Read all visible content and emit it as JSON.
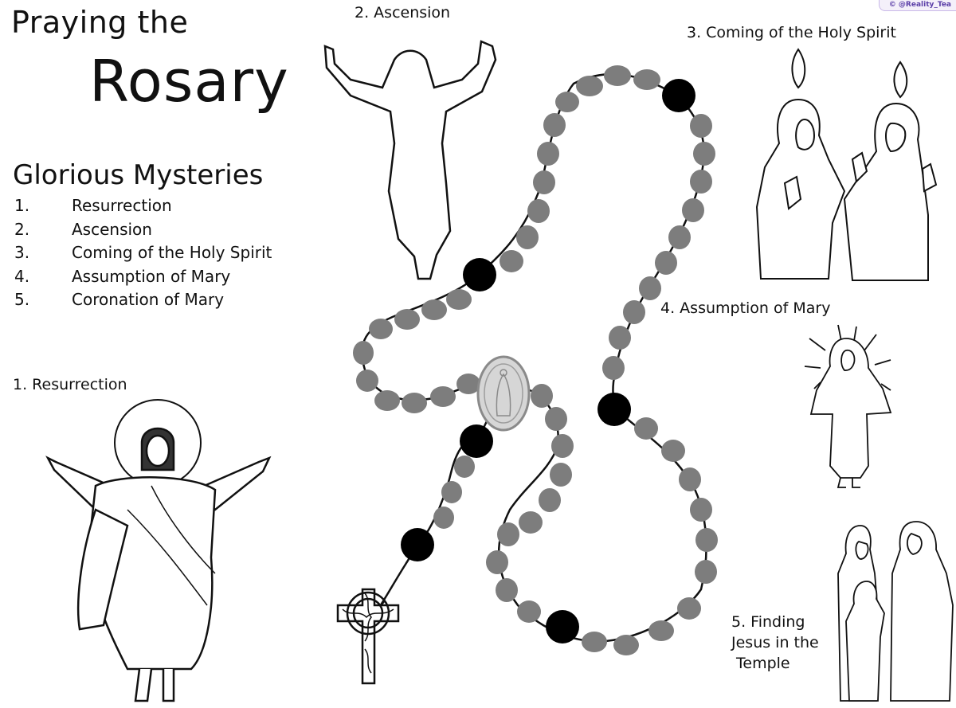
{
  "title": {
    "line1": "Praying the",
    "line2": "Rosary"
  },
  "heading": "Glorious Mysteries",
  "mysteries": [
    {
      "num": "1.",
      "label": "Resurrection"
    },
    {
      "num": "2.",
      "label": "Ascension"
    },
    {
      "num": "3.",
      "label": "Coming of the Holy Spirit"
    },
    {
      "num": "4.",
      "label": "Assumption of Mary"
    },
    {
      "num": "5.",
      "label": "Coronation of Mary"
    }
  ],
  "captions": {
    "resurrection": "1. Resurrection",
    "ascension": "2. Ascension",
    "holy_spirit": "3. Coming of the Holy Spirit",
    "assumption": "4. Assumption of Mary",
    "finding": [
      "5. Finding",
      "Jesus in the",
      "Temple"
    ]
  },
  "watermark": "© @Reality_Tea",
  "colors": {
    "hail_mary_bead": "#7d7d7d",
    "our_father_bead": "#000000",
    "line": "#111111"
  },
  "icons": [
    "risen-christ-figure-icon",
    "ascension-figure-icon",
    "pentecost-figures-icon",
    "assumption-figure-icon",
    "temple-figures-icon",
    "celtic-crucifix-icon",
    "miraculous-medal-icon"
  ]
}
